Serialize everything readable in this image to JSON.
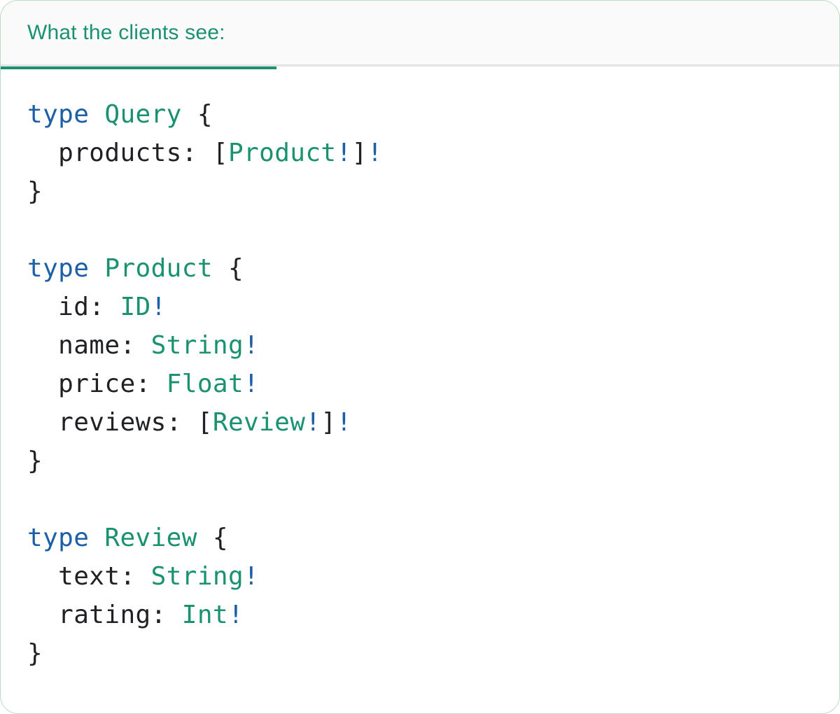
{
  "theme": {
    "green": "#1a9270",
    "blue": "#1d5fa6",
    "ink": "#1f2124",
    "divider": "#e4e4e6",
    "header-bg": "#fafafa",
    "card-border": "#b9dcc7",
    "card-bg": "#ffffff"
  },
  "tab": {
    "label": "What the clients see:"
  },
  "code": {
    "language": "graphql",
    "lines": [
      [
        {
          "text": "type",
          "cls": "kw"
        },
        {
          "text": " ",
          "cls": "p"
        },
        {
          "text": "Query",
          "cls": "ty"
        },
        {
          "text": " {",
          "cls": "p"
        }
      ],
      [
        {
          "text": "  products: [",
          "cls": "p"
        },
        {
          "text": "Product",
          "cls": "ty"
        },
        {
          "text": "!",
          "cls": "kw"
        },
        {
          "text": "]",
          "cls": "p"
        },
        {
          "text": "!",
          "cls": "kw"
        }
      ],
      [
        {
          "text": "}",
          "cls": "p"
        }
      ],
      [],
      [
        {
          "text": "type",
          "cls": "kw"
        },
        {
          "text": " ",
          "cls": "p"
        },
        {
          "text": "Product",
          "cls": "ty"
        },
        {
          "text": " {",
          "cls": "p"
        }
      ],
      [
        {
          "text": "  id: ",
          "cls": "p"
        },
        {
          "text": "ID",
          "cls": "ty"
        },
        {
          "text": "!",
          "cls": "kw"
        }
      ],
      [
        {
          "text": "  name: ",
          "cls": "p"
        },
        {
          "text": "String",
          "cls": "ty"
        },
        {
          "text": "!",
          "cls": "kw"
        }
      ],
      [
        {
          "text": "  price: ",
          "cls": "p"
        },
        {
          "text": "Float",
          "cls": "ty"
        },
        {
          "text": "!",
          "cls": "kw"
        }
      ],
      [
        {
          "text": "  reviews: [",
          "cls": "p"
        },
        {
          "text": "Review",
          "cls": "ty"
        },
        {
          "text": "!",
          "cls": "kw"
        },
        {
          "text": "]",
          "cls": "p"
        },
        {
          "text": "!",
          "cls": "kw"
        }
      ],
      [
        {
          "text": "}",
          "cls": "p"
        }
      ],
      [],
      [
        {
          "text": "type",
          "cls": "kw"
        },
        {
          "text": " ",
          "cls": "p"
        },
        {
          "text": "Review",
          "cls": "ty"
        },
        {
          "text": " {",
          "cls": "p"
        }
      ],
      [
        {
          "text": "  text: ",
          "cls": "p"
        },
        {
          "text": "String",
          "cls": "ty"
        },
        {
          "text": "!",
          "cls": "kw"
        }
      ],
      [
        {
          "text": "  rating: ",
          "cls": "p"
        },
        {
          "text": "Int",
          "cls": "ty"
        },
        {
          "text": "!",
          "cls": "kw"
        }
      ],
      [
        {
          "text": "}",
          "cls": "p"
        }
      ]
    ]
  }
}
